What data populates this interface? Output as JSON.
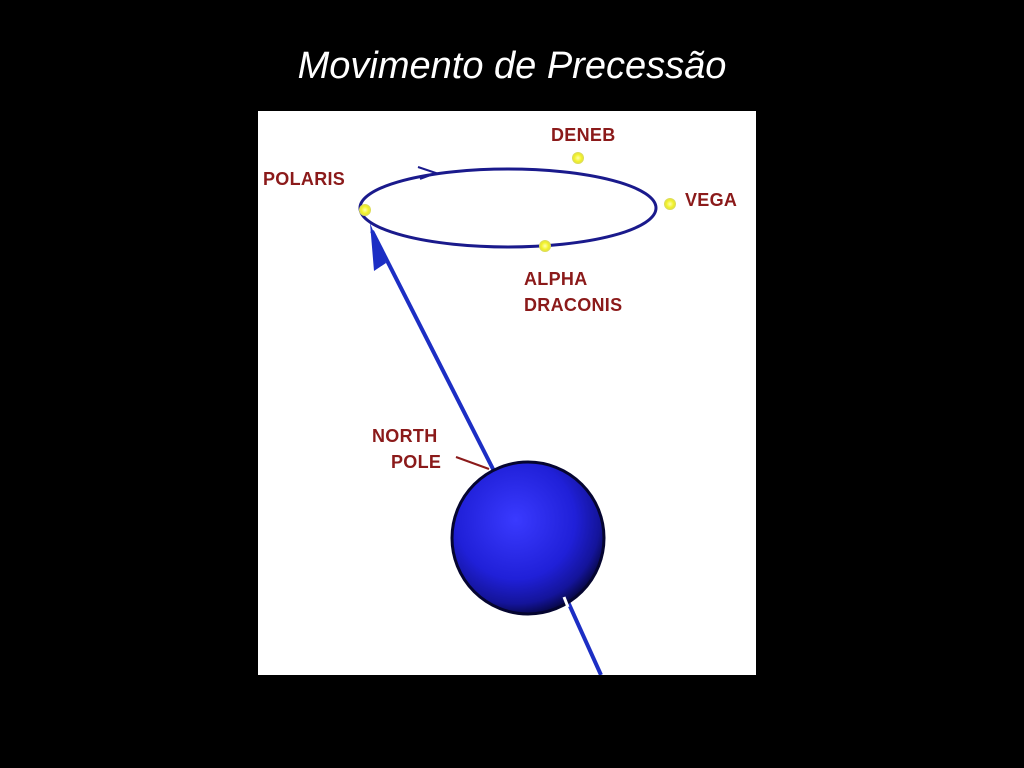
{
  "slide": {
    "title": "Movimento de Precessão"
  },
  "diagram": {
    "labels": {
      "deneb": "DENEB",
      "polaris": "POLARIS",
      "vega": "VEGA",
      "alpha_line1": "ALPHA",
      "alpha_line2": "DRACONIS",
      "north_line1": "NORTH",
      "north_line2": "POLE"
    },
    "colors": {
      "background": "#000000",
      "title": "#ffffff",
      "panel": "#ffffff",
      "orbit": "#1a1a8c",
      "axis": "#1c2ec4",
      "star": "#f2f226",
      "label": "#8b1a1a",
      "planet": "#2222dd"
    }
  }
}
